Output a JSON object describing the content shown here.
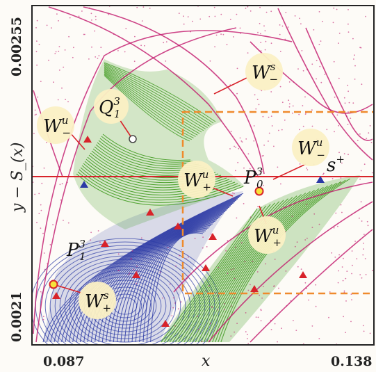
{
  "chart_data": {
    "type": "scatter",
    "title": "",
    "xlabel": "x",
    "ylabel": "y − S_(x)",
    "xlim": [
      0.087,
      0.138
    ],
    "ylim": [
      0.0021,
      0.00255
    ],
    "x_ticks": [
      "0.087",
      "0.138"
    ],
    "y_ticks": [
      "0.0021",
      "0.00255"
    ],
    "colors": {
      "manifold_pink": "#c2186b",
      "green_orbits": "#3f9a1e",
      "blue_orbits": "#2b3aa5",
      "red_arrows": "#d8232a",
      "dashed_box": "#ef8a2c",
      "label_bubble": "#fbf0c4"
    },
    "annotations": [
      {
        "text": "W",
        "sup": "u",
        "sub": "−"
      },
      {
        "text": "W",
        "sup": "s",
        "sub": "−"
      },
      {
        "text": "Q",
        "sup": "3",
        "sub": "1"
      },
      {
        "text": "W",
        "sup": "u",
        "sub": "−"
      },
      {
        "text": "W",
        "sup": "u",
        "sub": "+"
      },
      {
        "text": "P",
        "sup": "3",
        "sub": "0"
      },
      {
        "text": "s",
        "sup": "+",
        "sub": ""
      },
      {
        "text": "W",
        "sup": "u",
        "sub": "+"
      },
      {
        "text": "P",
        "sup": "3",
        "sub": "1"
      },
      {
        "text": "W",
        "sup": "s",
        "sub": "+"
      }
    ],
    "grid": false,
    "legend": "none"
  }
}
